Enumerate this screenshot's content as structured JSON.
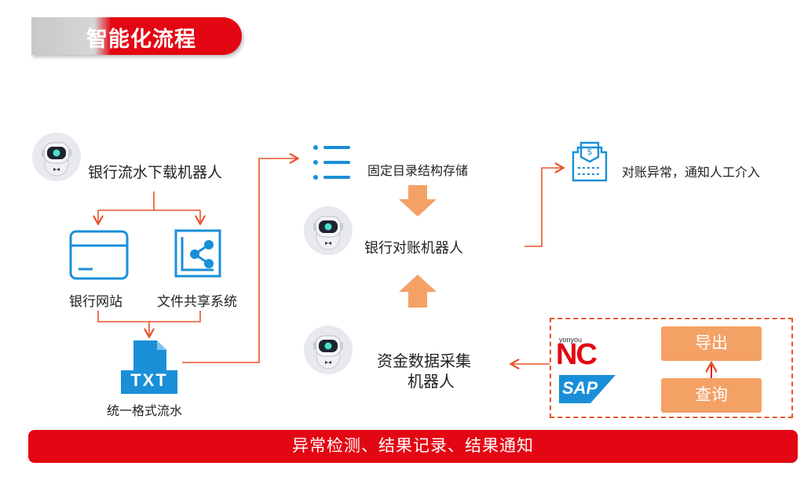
{
  "title": "智能化流程",
  "nodes": {
    "download_robot": "银行流水下载机器人",
    "bank_website": "银行网站",
    "file_share": "文件共享系统",
    "unified_format": "统一格式流水",
    "txt_badge": "TXT",
    "fixed_dir": "固定目录结构存储",
    "reconcile_robot": "银行对账机器人",
    "exception_notice": "对账异常，通知人工介入",
    "collect_robot_line1": "资金数据采集",
    "collect_robot_line2": "机器人",
    "export": "导出",
    "query": "查询",
    "logo_yonyou": "yonyou",
    "logo_nc": "NC",
    "logo_sap": "SAP"
  },
  "bottom_bar": "异常检测、结果记录、结果通知",
  "colors": {
    "brand_red": "#e30613",
    "arrow_red": "#e8552c",
    "orange": "#f4a166",
    "icon_blue": "#1a8fd8"
  }
}
